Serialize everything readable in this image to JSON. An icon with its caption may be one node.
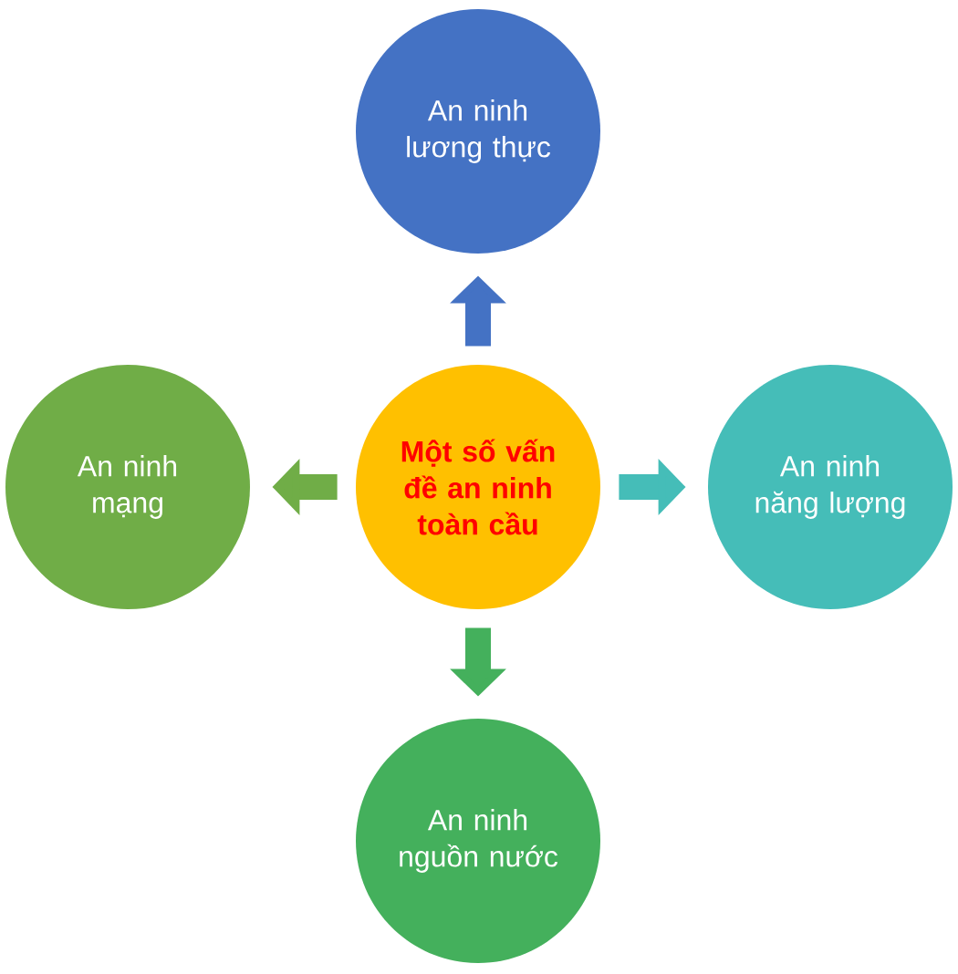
{
  "diagram": {
    "nodes": [
      {
        "text": [
          "**Một số vấn đề an ninh toàn cầu**"
        ]
      },
      {
        "text": [
          "An ninh lương thực"
        ]
      },
      {
        "text": [
          "An ninh mạng"
        ]
      },
      {
        "text": [
          "An ninh năng lượng"
        ]
      },
      {
        "text": [
          "An ninh nguồn nước"
        ]
      }
    ],
    "edges": [
      {
        "from": 0,
        "to": 1,
        "arrow": "to",
        "color": "#4472c4"
      },
      {
        "from": 0,
        "to": 2,
        "arrow": "to",
        "color": "#70ad47"
      },
      {
        "from": 0,
        "to": 3,
        "arrow": "to",
        "color": "#45bdb8"
      },
      {
        "from": 0,
        "to": 4,
        "arrow": "to",
        "color": "#44b05c"
      }
    ]
  }
}
